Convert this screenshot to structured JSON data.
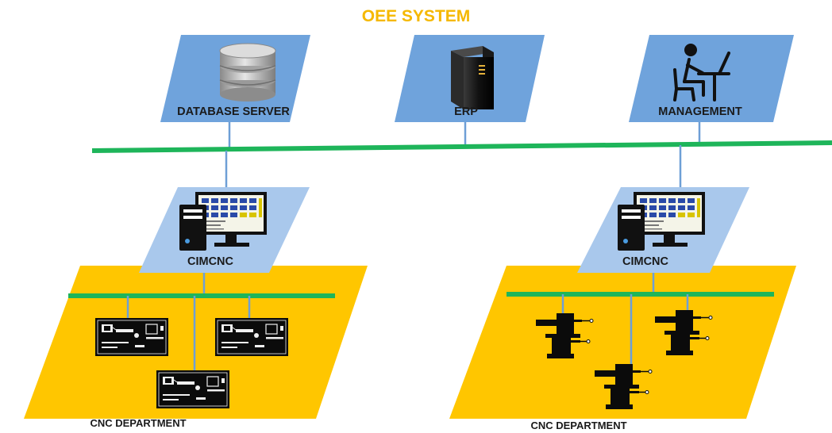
{
  "title": "OEE SYSTEM",
  "colors": {
    "title": "#F5B800",
    "top_panel": "#6FA3DC",
    "mid_panel": "#A9C8EC",
    "department_panel": "#FFC600",
    "network_bus": "#1EB55A",
    "connector": "#6E9FD6",
    "icon": "#111111"
  },
  "top_nodes": [
    {
      "label": "DATABASE SERVER",
      "icon": "database-icon"
    },
    {
      "label": "ERP",
      "icon": "server-tower-icon"
    },
    {
      "label": "MANAGEMENT",
      "icon": "person-at-computer-icon"
    }
  ],
  "cimcnc_nodes": [
    {
      "label": "CIMCNC",
      "icon": "workstation-icon"
    },
    {
      "label": "CIMCNC",
      "icon": "workstation-icon"
    }
  ],
  "departments": [
    {
      "label": "CNC DEPARTMENT",
      "machine_icon": "cnc-lathe-icon",
      "machine_count": 3
    },
    {
      "label": "CNC DEPARTMENT",
      "machine_icon": "milling-machine-icon",
      "machine_count": 3
    }
  ]
}
